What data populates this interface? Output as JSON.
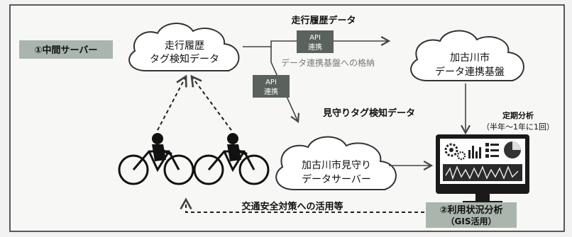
{
  "labels": {
    "middle_server": "①中間サーバー",
    "cloud_travel_1": "走行履歴",
    "cloud_travel_2": "タグ検知データ",
    "travel_history_data": "走行履歴データ",
    "api_1": "API",
    "api_1b": "連携",
    "storage_caption": "データ連携基盤への格納",
    "kakogawa_platform_1": "加古川市",
    "kakogawa_platform_2": "データ連携基盤",
    "api_2": "API",
    "api_2b": "連携",
    "watch_tag_data": "見守りタグ検知データ",
    "watch_server_1": "加古川市見守り",
    "watch_server_2": "データサーバー",
    "periodic_analysis": "定期分析",
    "periodic_frequency": "（半年〜1年に1回）",
    "traffic_safety": "交通安全対策への活用等",
    "usage_analysis_1": "②利用状況分析",
    "usage_analysis_2": "（GIS活用）"
  },
  "colors": {
    "label_box": "#a9b5ad",
    "api_box": "#59625d",
    "arrow": "#444444",
    "frame": "#333333"
  }
}
